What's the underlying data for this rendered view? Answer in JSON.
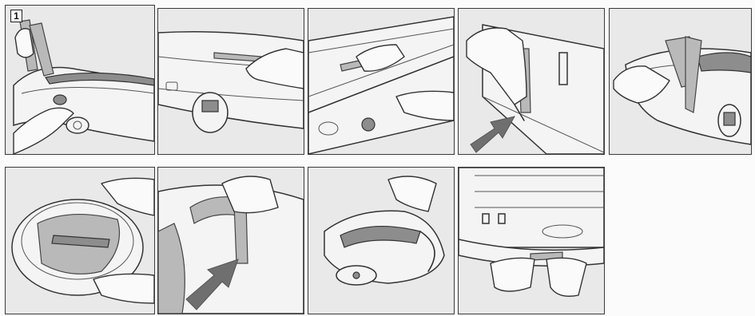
{
  "step": {
    "number": "1"
  },
  "panels": [
    {
      "id": "p1"
    },
    {
      "id": "p2"
    },
    {
      "id": "p3"
    },
    {
      "id": "p4"
    },
    {
      "id": "p5"
    },
    {
      "id": "p6"
    },
    {
      "id": "p7"
    },
    {
      "id": "p8"
    },
    {
      "id": "p9"
    }
  ],
  "colors": {
    "panel_bg": "#e9e9e9",
    "arrow": "#6f6f6f",
    "border": "#3a3a3a"
  }
}
